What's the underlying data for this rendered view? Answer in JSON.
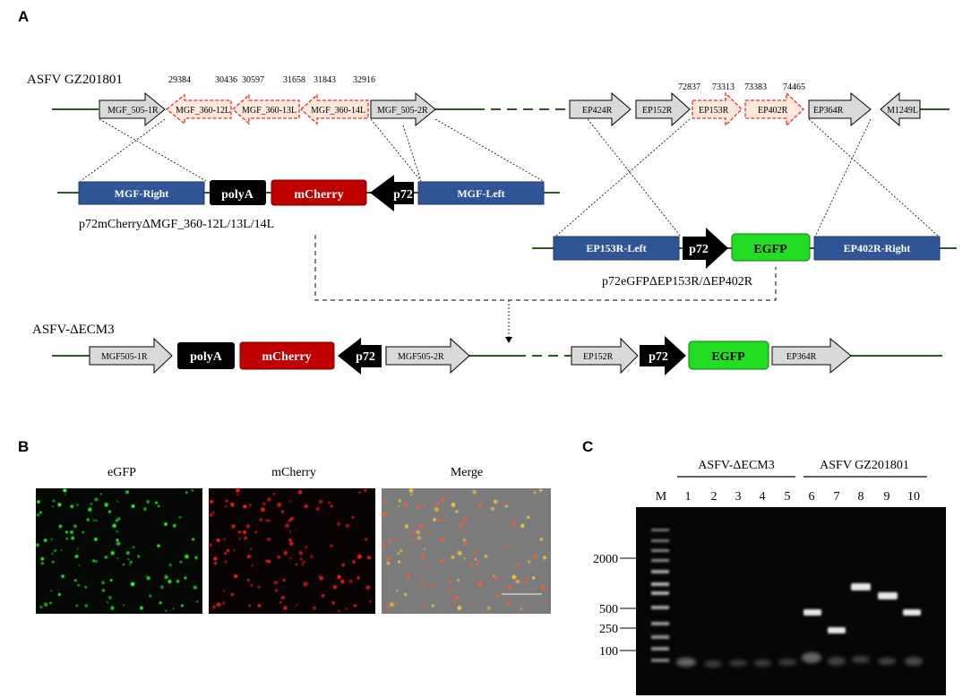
{
  "panel_a": {
    "letter": "A",
    "wt_title": "ASFV GZ201801",
    "coords": [
      "29384",
      "30436",
      "30597",
      "31658",
      "31843",
      "32916",
      "72837",
      "73313",
      "73383",
      "74465"
    ],
    "genes_left": [
      "MGF_505-1R",
      "MGF_360-12L",
      "MGF_360-13L",
      "MGF_360-14L",
      "MGF_505-2R"
    ],
    "genes_right": [
      "EP424R",
      "EP152R",
      "EP153R",
      "EP402R",
      "EP364R",
      "M1249L"
    ],
    "cassette1": {
      "mgf_right": "MGF-Right",
      "polya": "polyA",
      "mcherry": "mCherry",
      "p72": "p72",
      "mgf_left": "MGF-Left",
      "caption": "p72mCherryΔMGF_360-12L/13L/14L"
    },
    "cassette2": {
      "ep153r_left": "EP153R-Left",
      "p72": "p72",
      "egfp": "EGFP",
      "ep402r_right": "EP402R-Right",
      "caption": "p72eGFPΔEP153R/ΔEP402R"
    },
    "mutant": {
      "title": "ASFV-ΔECM3",
      "mgf505_1r": "MGF505-1R",
      "polya": "polyA",
      "mcherry": "mCherry",
      "p72a": "p72",
      "mgf505_2r": "MGF505-2R",
      "ep152r": "EP152R",
      "p72b": "p72",
      "egfp": "EGFP",
      "ep364r": "EP364R"
    }
  },
  "panel_b": {
    "letter": "B",
    "labels": [
      "eGFP",
      "mCherry",
      "Merge"
    ]
  },
  "panel_c": {
    "letter": "C",
    "group1": "ASFV-ΔECM3",
    "group2": "ASFV GZ201801",
    "lanes": [
      "M",
      "1",
      "2",
      "3",
      "4",
      "5",
      "6",
      "7",
      "8",
      "9",
      "10"
    ],
    "markers": [
      "2000",
      "500",
      "250",
      "100"
    ]
  },
  "colors": {
    "line": "#2d5a1e",
    "blue_box": "#2f5597",
    "red_box": "#c00000",
    "green_box": "#22dd22",
    "gene_fill": "#d9d9d9",
    "deleted_fill": "#fde9d9",
    "deleted_stroke": "#e03030"
  }
}
